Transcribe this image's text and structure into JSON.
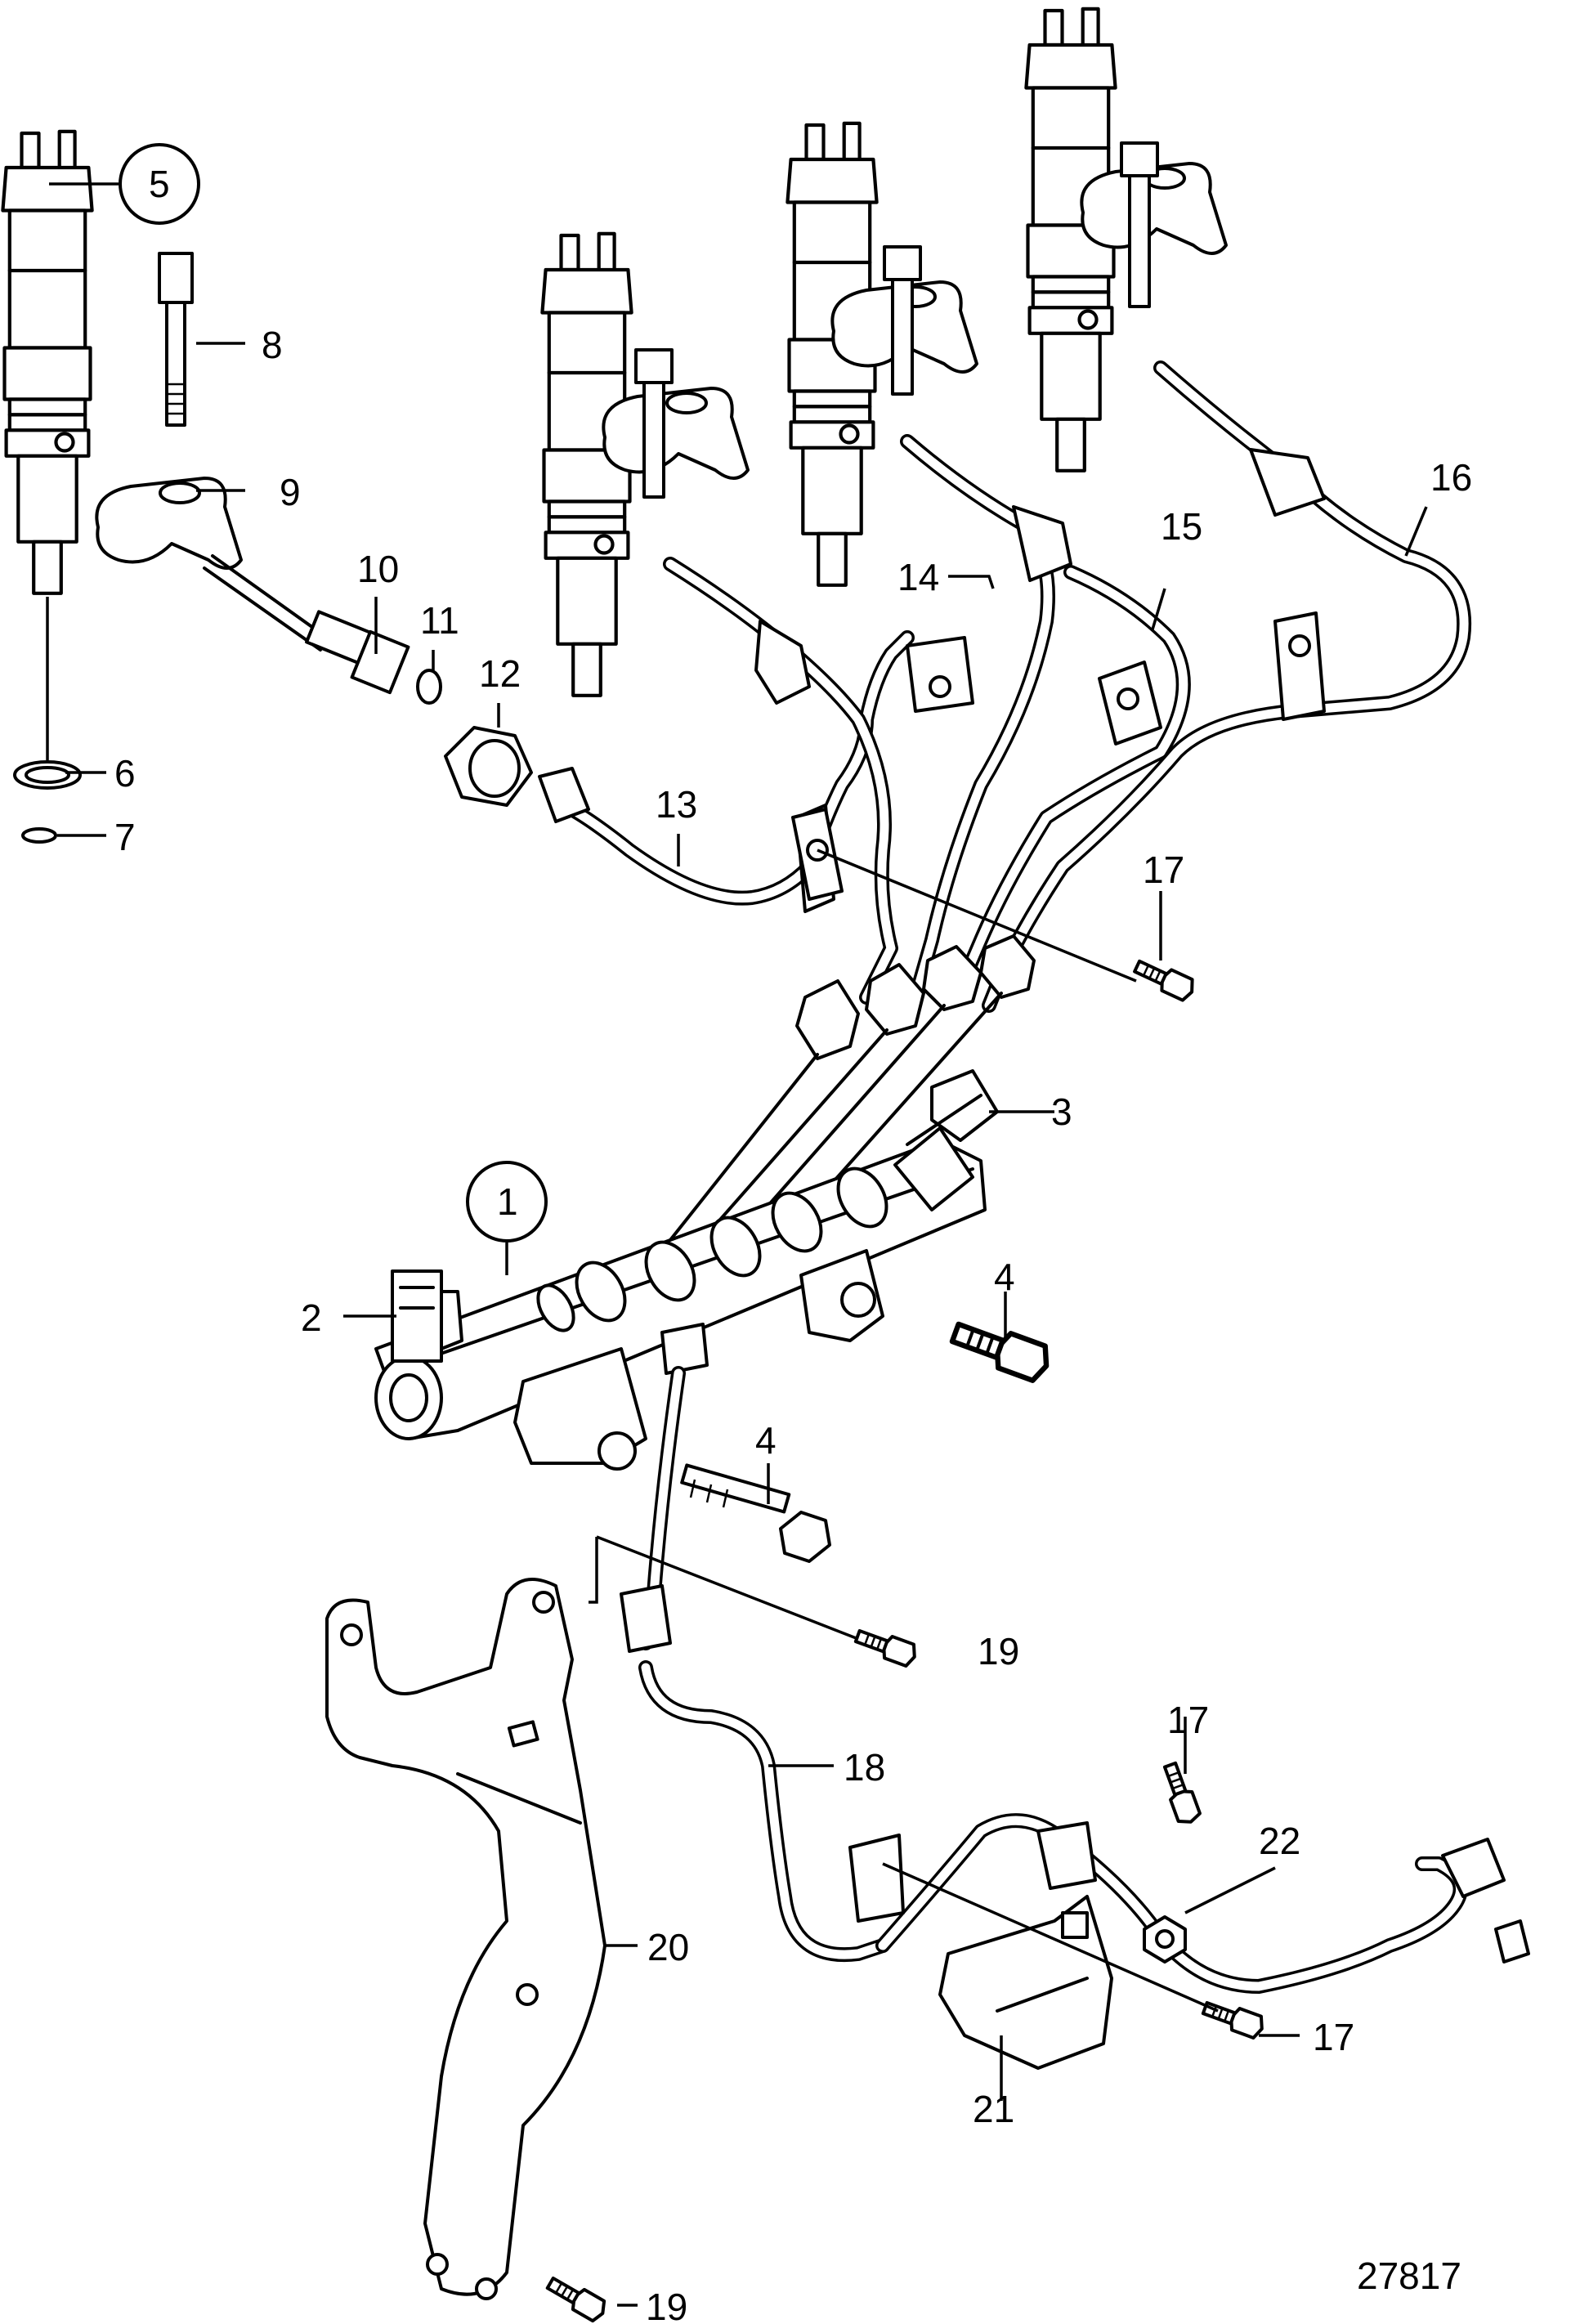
{
  "callouts": {
    "c1": "1",
    "c2": "2",
    "c3": "3",
    "c4a": "4",
    "c4b": "4",
    "c5": "5",
    "c6": "6",
    "c7": "7",
    "c8": "8",
    "c9": "9",
    "c10": "10",
    "c11": "11",
    "c12": "12",
    "c13": "13",
    "c14": "14",
    "c15": "15",
    "c16": "16",
    "c17a": "17",
    "c17b": "17",
    "c17c": "17",
    "c18": "18",
    "c19a": "19",
    "c19b": "19",
    "c20": "20",
    "c21": "21",
    "c22": "22"
  },
  "figure_number": "27817",
  "colors": {
    "ink": "#000000",
    "paper": "#ffffff"
  }
}
